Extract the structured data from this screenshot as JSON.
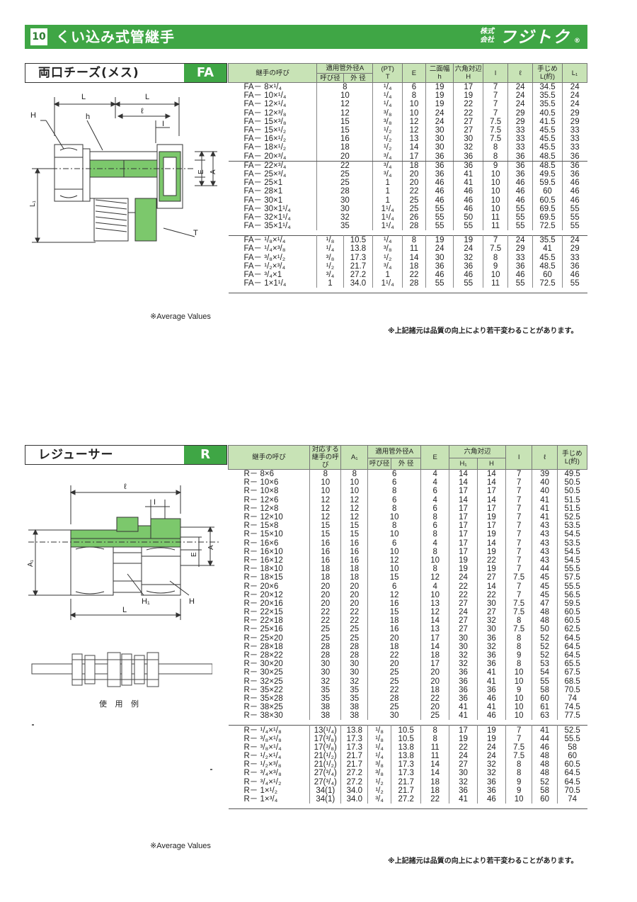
{
  "header": {
    "page_number": "10",
    "title": "くい込み式管継手",
    "company_kk1": "株式",
    "company_kk2": "会社",
    "company_name": "フジトク",
    "reg_mark": "®"
  },
  "fa": {
    "title": "両口チーズ(メス)",
    "code": "FA",
    "headers": {
      "name": "継手の呼び",
      "tube_od": "適用管外径A",
      "nominal": "呼び径",
      "outer": "外 径",
      "pt1": "(PT)",
      "pt2": "T",
      "e": "E",
      "width1": "二面幅",
      "width2": "h",
      "hex1": "六角対辺",
      "hex2": "H",
      "i": "I",
      "l": "ℓ",
      "lt1": "手じめ",
      "lt2": "L(約)",
      "l1": "L₁"
    },
    "rows1": [
      [
        "FA－ 8×¹/₄",
        "8",
        "¹/₄",
        "6",
        "19",
        "17",
        "7",
        "24",
        "34.5",
        "24"
      ],
      [
        "FA－ 10×¹/₄",
        "10",
        "¹/₄",
        "8",
        "19",
        "19",
        "7",
        "24",
        "35.5",
        "24"
      ],
      [
        "FA－ 12×¹/₄",
        "12",
        "¹/₄",
        "10",
        "19",
        "22",
        "7",
        "24",
        "35.5",
        "24"
      ],
      [
        "FA－ 12×³/₈",
        "12",
        "³/₈",
        "10",
        "24",
        "22",
        "7",
        "29",
        "40.5",
        "29"
      ],
      [
        "FA－ 15×³/₈",
        "15",
        "³/₈",
        "12",
        "24",
        "27",
        "7.5",
        "29",
        "41.5",
        "29"
      ],
      [
        "FA－ 15×¹/₂",
        "15",
        "¹/₂",
        "12",
        "30",
        "27",
        "7.5",
        "33",
        "45.5",
        "33"
      ],
      [
        "FA－ 16×¹/₂",
        "16",
        "¹/₂",
        "13",
        "30",
        "30",
        "7.5",
        "33",
        "45.5",
        "33"
      ],
      [
        "FA－ 18×¹/₂",
        "18",
        "¹/₂",
        "14",
        "30",
        "32",
        "8",
        "33",
        "45.5",
        "33"
      ],
      [
        "FA－ 20×³/₄",
        "20",
        "³/₄",
        "17",
        "36",
        "36",
        "8",
        "36",
        "48.5",
        "36"
      ],
      [
        "FA－ 22×³/₄",
        "22",
        "³/₄",
        "18",
        "36",
        "36",
        "9",
        "36",
        "48.5",
        "36"
      ],
      [
        "FA－ 25×³/₄",
        "25",
        "³/₄",
        "20",
        "36",
        "41",
        "10",
        "36",
        "49.5",
        "36"
      ],
      [
        "FA－ 25×1",
        "25",
        "1",
        "20",
        "46",
        "41",
        "10",
        "46",
        "59.5",
        "46"
      ],
      [
        "FA－ 28×1",
        "28",
        "1",
        "22",
        "46",
        "46",
        "10",
        "46",
        "60",
        "46"
      ],
      [
        "FA－ 30×1",
        "30",
        "1",
        "25",
        "46",
        "46",
        "10",
        "46",
        "60.5",
        "46"
      ],
      [
        "FA－ 30×1¹/₄",
        "30",
        "1¹/₄",
        "25",
        "55",
        "46",
        "10",
        "55",
        "69.5",
        "55"
      ],
      [
        "FA－ 32×1¹/₄",
        "32",
        "1¹/₄",
        "26",
        "55",
        "50",
        "11",
        "55",
        "69.5",
        "55"
      ],
      [
        "FA－ 35×1¹/₄",
        "35",
        "1¹/₄",
        "28",
        "55",
        "55",
        "11",
        "55",
        "72.5",
        "55"
      ]
    ],
    "rows2": [
      [
        "FA－ ¹/₈×¹/₄",
        "¹/₈",
        "10.5",
        "¹/₄",
        "8",
        "19",
        "19",
        "7",
        "24",
        "35.5",
        "24"
      ],
      [
        "FA－ ¹/₄×³/₈",
        "¹/₄",
        "13.8",
        "³/₈",
        "11",
        "24",
        "24",
        "7.5",
        "29",
        "41",
        "29"
      ],
      [
        "FA－ ³/₈×¹/₂",
        "³/₈",
        "17.3",
        "¹/₂",
        "14",
        "30",
        "32",
        "8",
        "33",
        "45.5",
        "33"
      ],
      [
        "FA－ ¹/₂×³/₄",
        "¹/₂",
        "21.7",
        "³/₄",
        "18",
        "36",
        "36",
        "9",
        "36",
        "48.5",
        "36"
      ],
      [
        "FA－ ³/₄×1",
        "³/₄",
        "27.2",
        "1",
        "22",
        "46",
        "46",
        "10",
        "46",
        "60",
        "46"
      ],
      [
        "FA－ 1×1¹/₄",
        "1",
        "34.0",
        "1¹/₄",
        "28",
        "55",
        "55",
        "11",
        "55",
        "72.5",
        "55"
      ]
    ],
    "avg_label": "※Average Values",
    "note": "※上記諸元は品質の向上により若干変わることがあります。",
    "dims": {
      "L": "L",
      "H": "H",
      "h": "h",
      "l": "ℓ",
      "I": "I",
      "E": "E",
      "A": "A",
      "L1": "L₁",
      "T": "T"
    }
  },
  "r": {
    "title": "レジューサー",
    "code": "R",
    "headers": {
      "name": "継手の呼び",
      "corr1": "対応する",
      "corr2": "継手の呼び",
      "a1": "A₁",
      "tube_od": "適用管外径A",
      "nominal": "呼び径",
      "outer": "外 径",
      "e": "E",
      "hex": "六角対辺",
      "h1": "H₁",
      "h": "H",
      "i": "I",
      "l": "ℓ",
      "lt1": "手じめ",
      "lt2": "L(約)"
    },
    "rows1": [
      [
        "R－ 8×6",
        "8",
        "8",
        "6",
        "4",
        "14",
        "14",
        "7",
        "39",
        "49.5"
      ],
      [
        "R－ 10×6",
        "10",
        "10",
        "6",
        "4",
        "14",
        "14",
        "7",
        "40",
        "50.5"
      ],
      [
        "R－ 10×8",
        "10",
        "10",
        "8",
        "6",
        "17",
        "17",
        "7",
        "40",
        "50.5"
      ],
      [
        "R－ 12×6",
        "12",
        "12",
        "6",
        "4",
        "14",
        "14",
        "7",
        "41",
        "51.5"
      ],
      [
        "R－ 12×8",
        "12",
        "12",
        "8",
        "6",
        "17",
        "17",
        "7",
        "41",
        "51.5"
      ],
      [
        "R－ 12×10",
        "12",
        "12",
        "10",
        "8",
        "17",
        "19",
        "7",
        "41",
        "52.5"
      ],
      [
        "R－ 15×8",
        "15",
        "15",
        "8",
        "6",
        "17",
        "17",
        "7",
        "43",
        "53.5"
      ],
      [
        "R－ 15×10",
        "15",
        "15",
        "10",
        "8",
        "17",
        "19",
        "7",
        "43",
        "54.5"
      ],
      [
        "R－ 16×6",
        "16",
        "16",
        "6",
        "4",
        "17",
        "14",
        "7",
        "43",
        "53.5"
      ],
      [
        "R－ 16×10",
        "16",
        "16",
        "10",
        "8",
        "17",
        "19",
        "7",
        "43",
        "54.5"
      ],
      [
        "R－ 16×12",
        "16",
        "16",
        "12",
        "10",
        "19",
        "22",
        "7",
        "43",
        "54.5"
      ],
      [
        "R－ 18×10",
        "18",
        "18",
        "10",
        "8",
        "19",
        "19",
        "7",
        "44",
        "55.5"
      ],
      [
        "R－ 18×15",
        "18",
        "18",
        "15",
        "12",
        "24",
        "27",
        "7.5",
        "45",
        "57.5"
      ],
      [
        "R－ 20×6",
        "20",
        "20",
        "6",
        "4",
        "22",
        "14",
        "7",
        "45",
        "55.5"
      ],
      [
        "R－ 20×12",
        "20",
        "20",
        "12",
        "10",
        "22",
        "22",
        "7",
        "45",
        "56.5"
      ],
      [
        "R－ 20×16",
        "20",
        "20",
        "16",
        "13",
        "27",
        "30",
        "7.5",
        "47",
        "59.5"
      ],
      [
        "R－ 22×15",
        "22",
        "22",
        "15",
        "12",
        "24",
        "27",
        "7.5",
        "48",
        "60.5"
      ],
      [
        "R－ 22×18",
        "22",
        "22",
        "18",
        "14",
        "27",
        "32",
        "8",
        "48",
        "60.5"
      ],
      [
        "R－ 25×16",
        "25",
        "25",
        "16",
        "13",
        "27",
        "30",
        "7.5",
        "50",
        "62.5"
      ],
      [
        "R－ 25×20",
        "25",
        "25",
        "20",
        "17",
        "30",
        "36",
        "8",
        "52",
        "64.5"
      ],
      [
        "R－ 28×18",
        "28",
        "28",
        "18",
        "14",
        "30",
        "32",
        "8",
        "52",
        "64.5"
      ],
      [
        "R－ 28×22",
        "28",
        "28",
        "22",
        "18",
        "32",
        "36",
        "9",
        "52",
        "64.5"
      ],
      [
        "R－ 30×20",
        "30",
        "30",
        "20",
        "17",
        "32",
        "36",
        "8",
        "53",
        "65.5"
      ],
      [
        "R－ 30×25",
        "30",
        "30",
        "25",
        "20",
        "36",
        "41",
        "10",
        "54",
        "67.5"
      ],
      [
        "R－ 32×25",
        "32",
        "32",
        "25",
        "20",
        "36",
        "41",
        "10",
        "55",
        "68.5"
      ],
      [
        "R－ 35×22",
        "35",
        "35",
        "22",
        "18",
        "36",
        "36",
        "9",
        "58",
        "70.5"
      ],
      [
        "R－ 35×28",
        "35",
        "35",
        "28",
        "22",
        "36",
        "46",
        "10",
        "60",
        "74"
      ],
      [
        "R－ 38×25",
        "38",
        "38",
        "25",
        "20",
        "41",
        "41",
        "10",
        "61",
        "74.5"
      ],
      [
        "R－ 38×30",
        "38",
        "38",
        "30",
        "25",
        "41",
        "46",
        "10",
        "63",
        "77.5"
      ]
    ],
    "rows2": [
      [
        "R－ ¹/₄×¹/₈",
        "13(¹/₄)",
        "13.8",
        "¹/₈",
        "10.5",
        "8",
        "17",
        "19",
        "7",
        "41",
        "52.5"
      ],
      [
        "R－ ³/₈×¹/₈",
        "17(³/₈)",
        "17.3",
        "¹/₈",
        "10.5",
        "8",
        "19",
        "19",
        "7",
        "44",
        "55.5"
      ],
      [
        "R－ ³/₈×¹/₄",
        "17(³/₈)",
        "17.3",
        "¹/₄",
        "13.8",
        "11",
        "22",
        "24",
        "7.5",
        "46",
        "58"
      ],
      [
        "R－ ¹/₂×¹/₄",
        "21(¹/₂)",
        "21.7",
        "¹/₄",
        "13.8",
        "11",
        "24",
        "24",
        "7.5",
        "48",
        "60"
      ],
      [
        "R－ ¹/₂×³/₈",
        "21(¹/₂)",
        "21.7",
        "³/₈",
        "17.3",
        "14",
        "27",
        "32",
        "8",
        "48",
        "60.5"
      ],
      [
        "R－ ³/₄×³/₈",
        "27(³/₄)",
        "27.2",
        "³/₈",
        "17.3",
        "14",
        "30",
        "32",
        "8",
        "48",
        "64.5"
      ],
      [
        "R－ ³/₄×¹/₂",
        "27(³/₄)",
        "27.2",
        "¹/₂",
        "21.7",
        "18",
        "32",
        "36",
        "9",
        "52",
        "64.5"
      ],
      [
        "R－ 1×¹/₂",
        "34(1)",
        "34.0",
        "¹/₂",
        "21.7",
        "18",
        "36",
        "36",
        "9",
        "58",
        "70.5"
      ],
      [
        "R－ 1×³/₄",
        "34(1)",
        "34.0",
        "³/₄",
        "27.2",
        "22",
        "41",
        "46",
        "10",
        "60",
        "74"
      ]
    ],
    "avg_label": "※Average Values",
    "note": "※上記諸元は品質の向上により若干変わることがあります。",
    "usage_label": "使 用 例",
    "dims": {
      "l": "ℓ",
      "I": "I",
      "A1": "A₁",
      "E": "E",
      "A": "A",
      "H1": "H₁",
      "H": "H",
      "L": "L"
    }
  }
}
